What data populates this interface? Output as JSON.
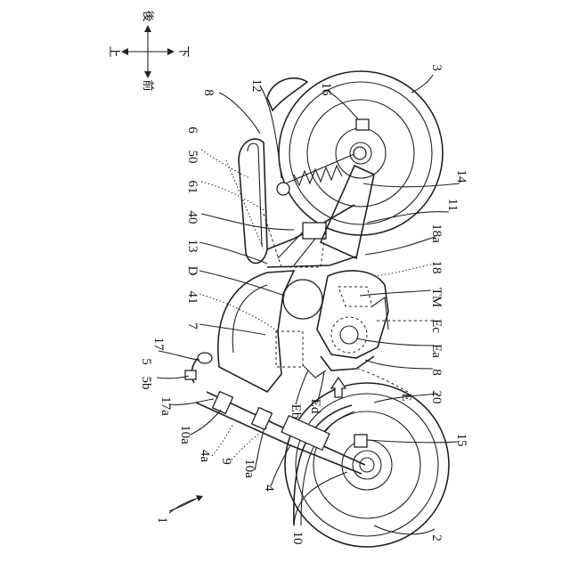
{
  "figure": {
    "labels": {
      "l1": "1",
      "l2": "2",
      "l3": "3",
      "l4": "4",
      "l4a": "4a",
      "l5": "5",
      "l5b": "5b",
      "l6": "6",
      "l7": "7",
      "l8top": "8",
      "l8bot": "8",
      "l9": "9",
      "l10": "10",
      "l10a_1": "10a",
      "l10a_2": "10a",
      "l11": "11",
      "l12": "12",
      "l13": "13",
      "l14": "14",
      "l15": "15",
      "l16": "16",
      "l17": "17",
      "l17a": "17a",
      "l18": "18",
      "l18a": "18a",
      "l20": "20",
      "l40": "40",
      "l41": "41",
      "l50": "50",
      "l61": "61",
      "lD": "D",
      "lE": "E",
      "lEa": "Ea",
      "lEb": "Eb",
      "lEc": "Ec",
      "lEd": "Ed",
      "lTM": "TM"
    },
    "direction": {
      "up": "上",
      "down": "下",
      "front": "前",
      "rear": "後"
    }
  }
}
